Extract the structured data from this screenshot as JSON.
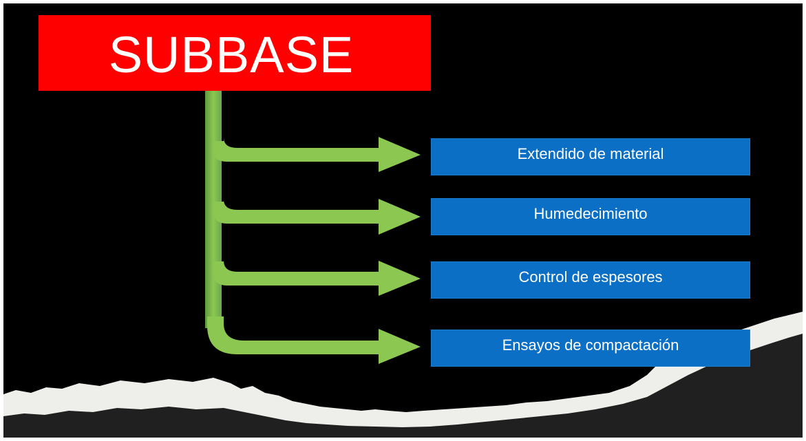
{
  "diagram": {
    "title": "SUBBASE",
    "steps": [
      {
        "label": "Extendido de material"
      },
      {
        "label": "Humedecimiento"
      },
      {
        "label": "Control de espesores"
      },
      {
        "label": "Ensayos de compactación"
      }
    ]
  },
  "colors": {
    "background": "#000000",
    "title_box": "#ff0000",
    "step_box": "#0b6fc5",
    "arrow_green": "#8cc751",
    "trunk_green": "#6aa84f",
    "torn_paper": "#eeeeea"
  }
}
